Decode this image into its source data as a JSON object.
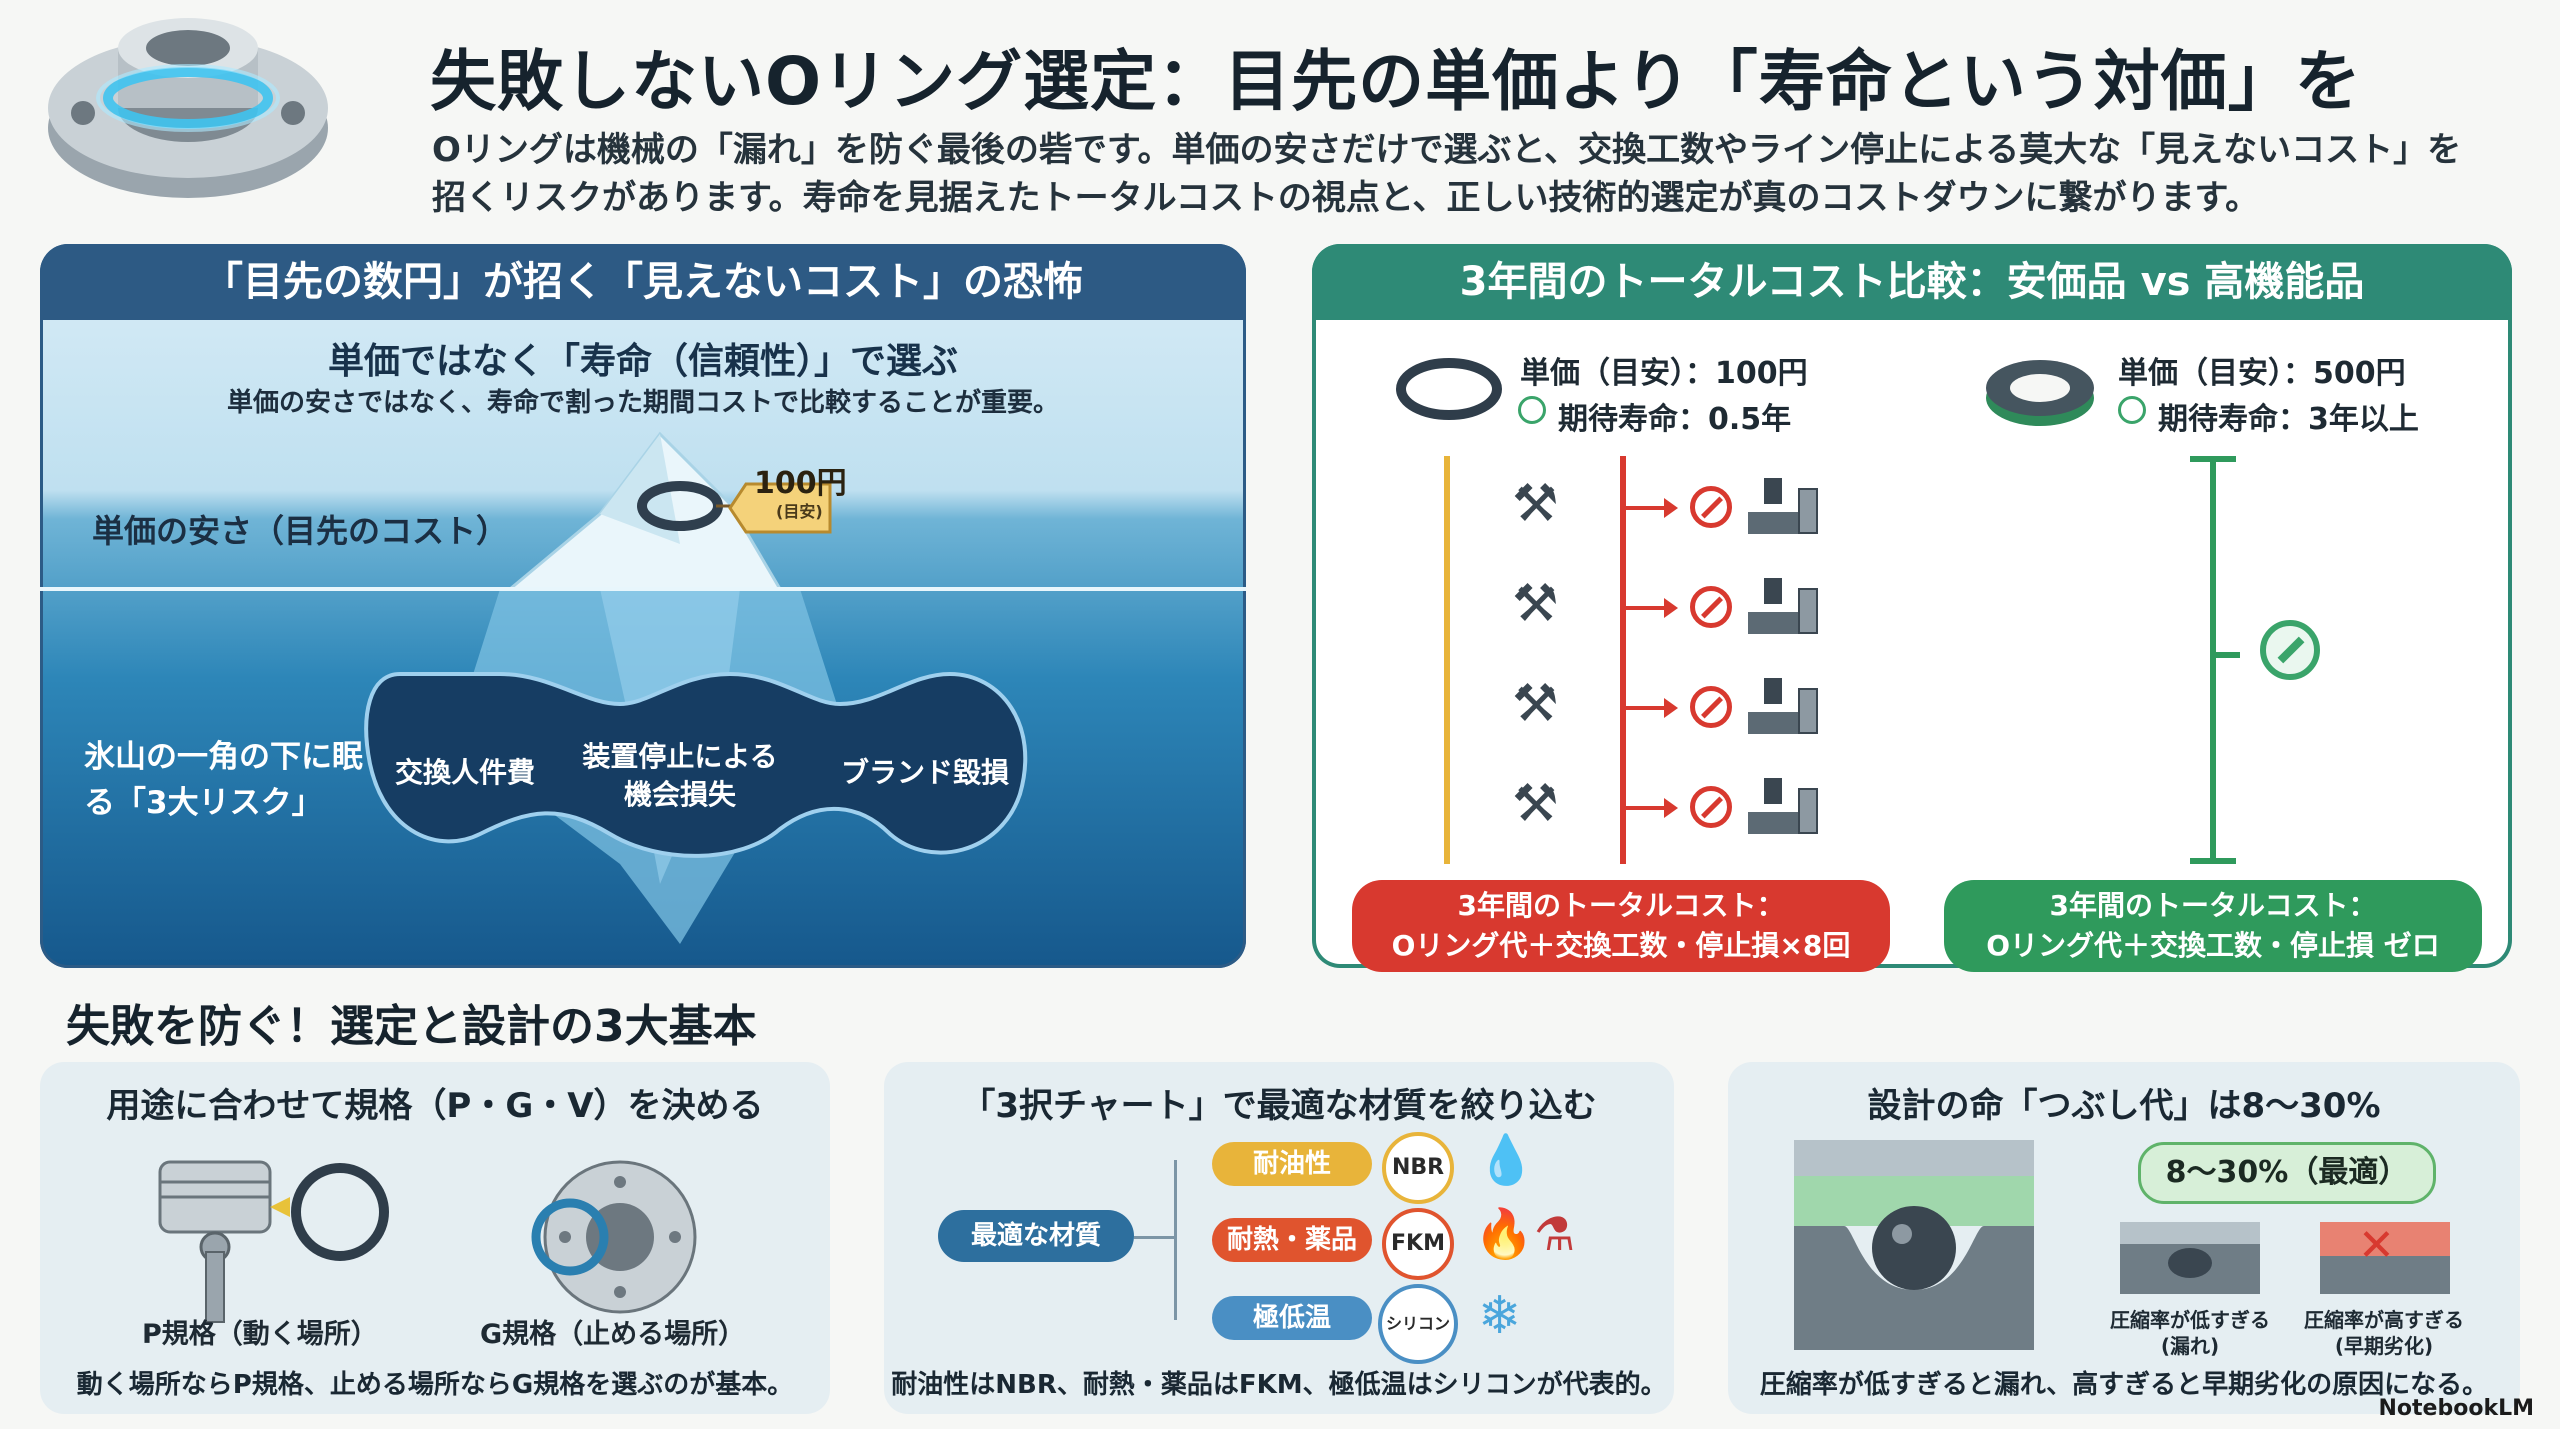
{
  "header": {
    "title": "失敗しないOリング選定：目先の単価より「寿命という対価」を",
    "intro": "Oリングは機械の「漏れ」を防ぐ最後の砦です。単価の安さだけで選ぶと、交換工数やライン停止による莫大な「見えないコスト」を招くリスクがあります。寿命を見据えたトータルコストの視点と、正しい技術的選定が真のコストダウンに繋がります。"
  },
  "panel_iceberg": {
    "heading": "「目先の数円」が招く「見えないコスト」の恐怖",
    "subheading": "単価ではなく「寿命（信頼性）」で選ぶ",
    "note": "単価の安さではなく、寿命で割った期間コストで比較することが重要。",
    "tip_label": "単価の安さ（目先のコスト）",
    "price_tag": "100円",
    "price_tag_sub": "(目安)",
    "under_label": "氷山の一角の下に眠る「3大リスク」",
    "risks": [
      "交換人件費",
      "装置停止による機会損失",
      "ブランド毀損"
    ]
  },
  "panel_cost": {
    "heading": "3年間のトータルコスト比較：安価品 vs 高機能品",
    "cheap": {
      "price": "単価（目安）：100円",
      "life": "期待寿命：0.5年",
      "replacements": 4,
      "summary_line1": "3年間のトータルコスト：",
      "summary_line2": "Oリング代＋交換工数・停止損×8回"
    },
    "premium": {
      "price": "単価（目安）：500円",
      "life": "期待寿命：3年以上",
      "summary_line1": "3年間のトータルコスト：",
      "summary_line2": "Oリング代＋交換工数・停止損 ゼロ"
    },
    "colors": {
      "cheap": "#d8392f",
      "premium": "#2f9a5c",
      "timeline": "#e8b43a"
    }
  },
  "basics": {
    "section_title": "失敗を防ぐ！選定と設計の3大基本",
    "card1": {
      "title": "用途に合わせて規格（P・G・V）を決める",
      "p_label": "P規格（動く場所）",
      "g_label": "G規格（止める場所）",
      "foot": "動く場所ならP規格、止める場所ならG規格を選ぶのが基本。"
    },
    "card2": {
      "title": "「3択チャート」で最適な材質を絞り込む",
      "center_label": "最適な材質",
      "rows": [
        {
          "tag": "耐油性",
          "material": "NBR",
          "color": "#e8b43a"
        },
        {
          "tag": "耐熱・薬品",
          "material": "FKM",
          "color": "#e0542e"
        },
        {
          "tag": "極低温",
          "material": "シリコン",
          "color": "#4a8fc4"
        }
      ],
      "foot": "耐油性はNBR、耐熱・薬品はFKM、極低温はシリコンが代表的。"
    },
    "card3": {
      "title": "設計の命「つぶし代」は8〜30%",
      "optimal": "8〜30%（最適）",
      "low_label": "圧縮率が低すぎる",
      "low_sub": "(漏れ)",
      "high_label": "圧縮率が高すぎる",
      "high_sub": "(早期劣化)",
      "foot": "圧縮率が低すぎると漏れ、高すぎると早期劣化の原因になる。"
    }
  },
  "brand": "NotebookLM"
}
